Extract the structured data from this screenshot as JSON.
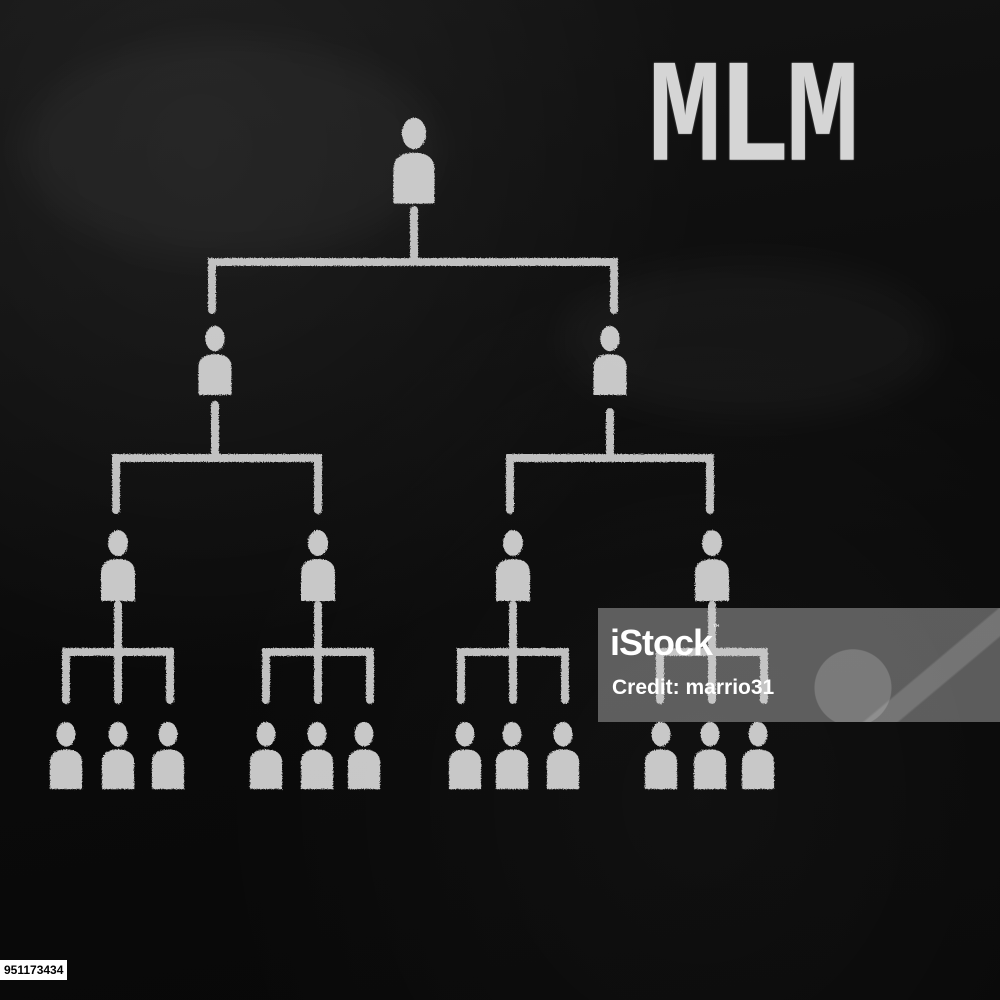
{
  "heading": "MLM",
  "watermark": {
    "brand": "iStock",
    "trademark": "™",
    "credit": "Credit: marrio31"
  },
  "stock_id": "951173434",
  "colors": {
    "board": "#0b0b0b",
    "chalk": "#d9d9d9"
  },
  "hierarchy": {
    "levels": [
      1,
      2,
      4,
      12
    ],
    "children_per_node": [
      2,
      2,
      3
    ]
  }
}
